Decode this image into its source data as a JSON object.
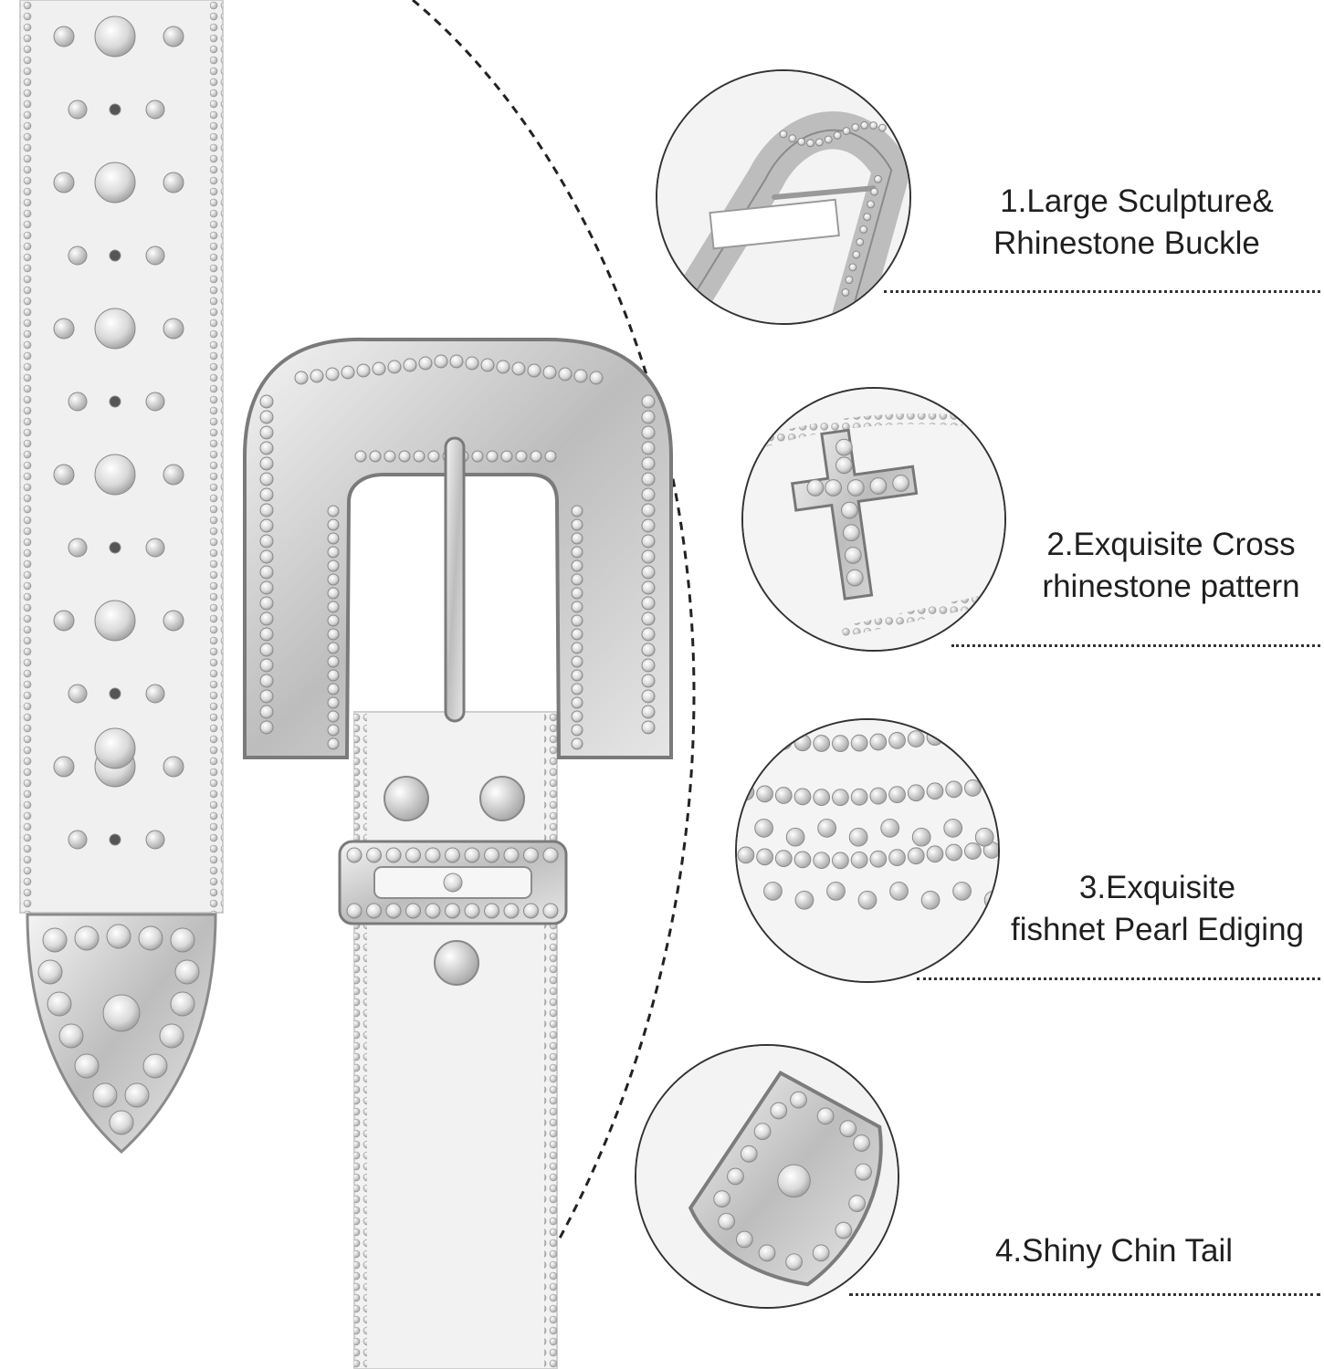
{
  "features": [
    {
      "lines": [
        "1.Large Sculpture&",
        "Rhinestone Buckle"
      ],
      "icon": "buckle-icon"
    },
    {
      "lines": [
        "2.Exquisite Cross",
        "rhinestone pattern"
      ],
      "icon": "cross-icon"
    },
    {
      "lines": [
        "3.Exquisite",
        "fishnet Pearl Ediging"
      ],
      "icon": "pearl-edging-icon"
    },
    {
      "lines": [
        "4.Shiny Chin Tail"
      ],
      "icon": "belt-tip-icon"
    }
  ],
  "colors": {
    "belt": "#f2f2f2",
    "metal": "#c9c9c9",
    "line": "#333333",
    "text": "#1f1f1f"
  }
}
